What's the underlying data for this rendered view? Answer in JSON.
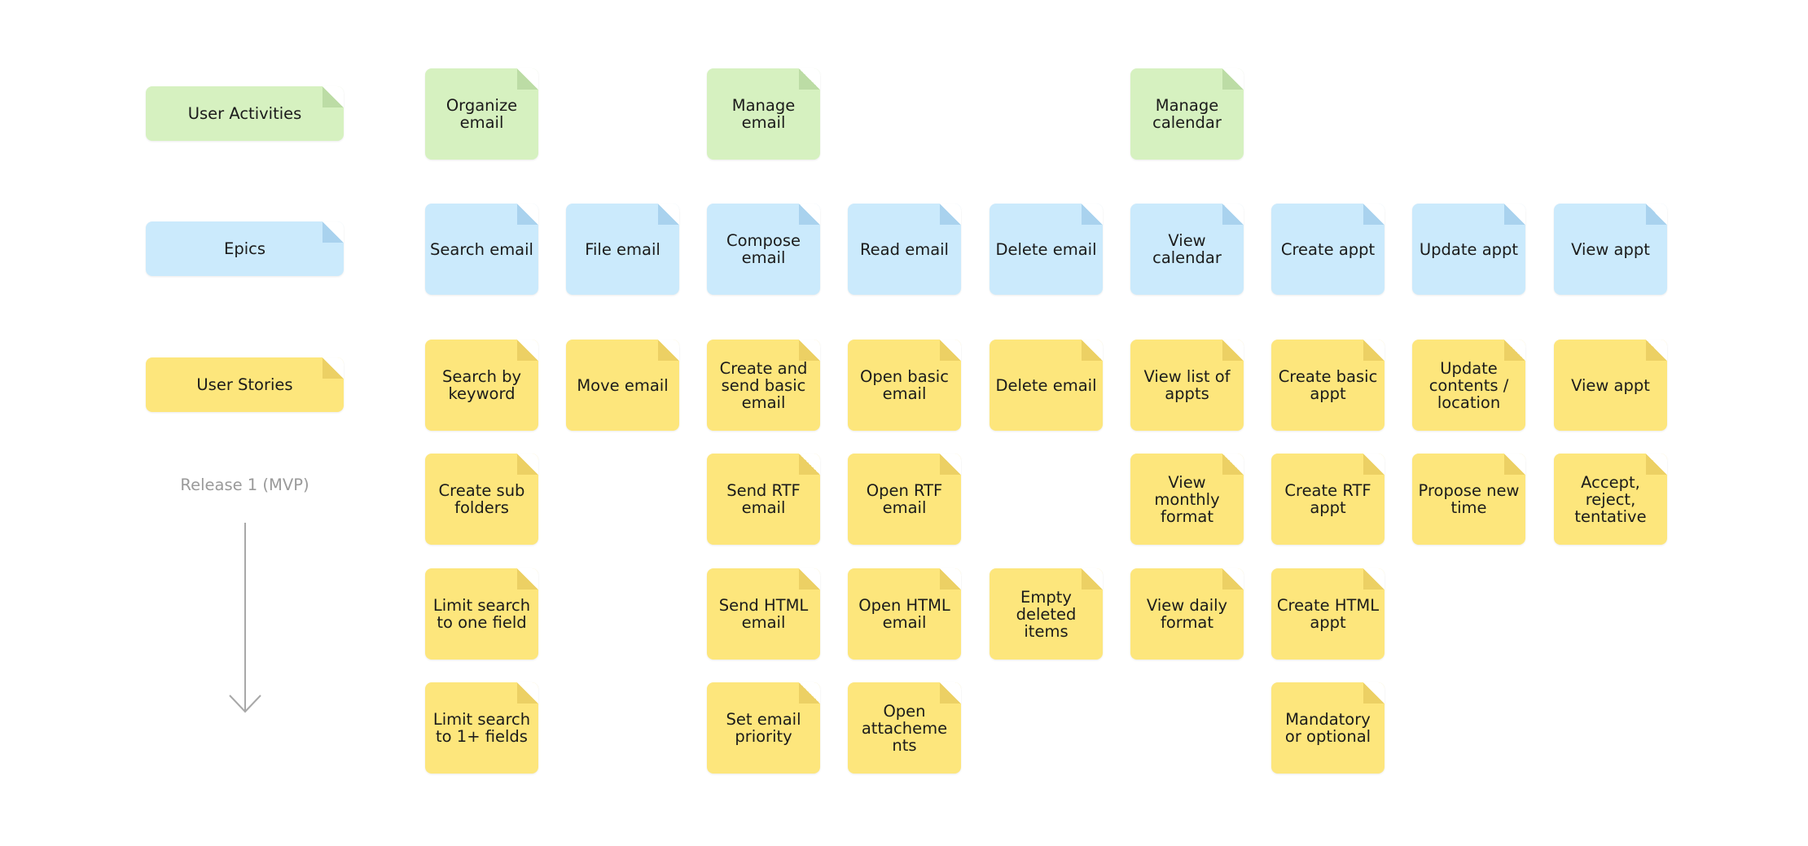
{
  "colors": {
    "activity": "#d6f1c0",
    "epic": "#cbeafc",
    "story": "#fde67c",
    "release_text": "#9a9a9a"
  },
  "rows": {
    "activities": "User Activities",
    "epics": "Epics",
    "stories": "User Stories"
  },
  "release": "Release 1 (MVP)",
  "activities": [
    "Organize email",
    "Manage email",
    "Manage calendar"
  ],
  "epics": [
    "Search email",
    "File email",
    "Compose email",
    "Read email",
    "Delete email",
    "View calendar",
    "Create appt",
    "Update appt",
    "View appt"
  ],
  "stories": {
    "search_email": [
      "Search by keyword",
      "Create sub folders",
      "Limit search to one field",
      "Limit search to 1+ fields"
    ],
    "file_email": [
      "Move email"
    ],
    "compose_email": [
      "Create and send basic email",
      "Send RTF email",
      "Send HTML email",
      "Set email priority"
    ],
    "read_email": [
      "Open basic email",
      "Open RTF email",
      "Open HTML email",
      "Open attacheme nts"
    ],
    "delete_email": [
      "Delete email",
      "Empty deleted items"
    ],
    "view_calendar": [
      "View list of appts",
      "View monthly format",
      "View daily format"
    ],
    "create_appt": [
      "Create basic appt",
      "Create RTF appt",
      "Create HTML appt",
      "Mandatory or optional"
    ],
    "update_appt": [
      "Update contents / location",
      "Propose new time"
    ],
    "view_appt": [
      "View appt",
      "Accept, reject, tentative"
    ]
  }
}
